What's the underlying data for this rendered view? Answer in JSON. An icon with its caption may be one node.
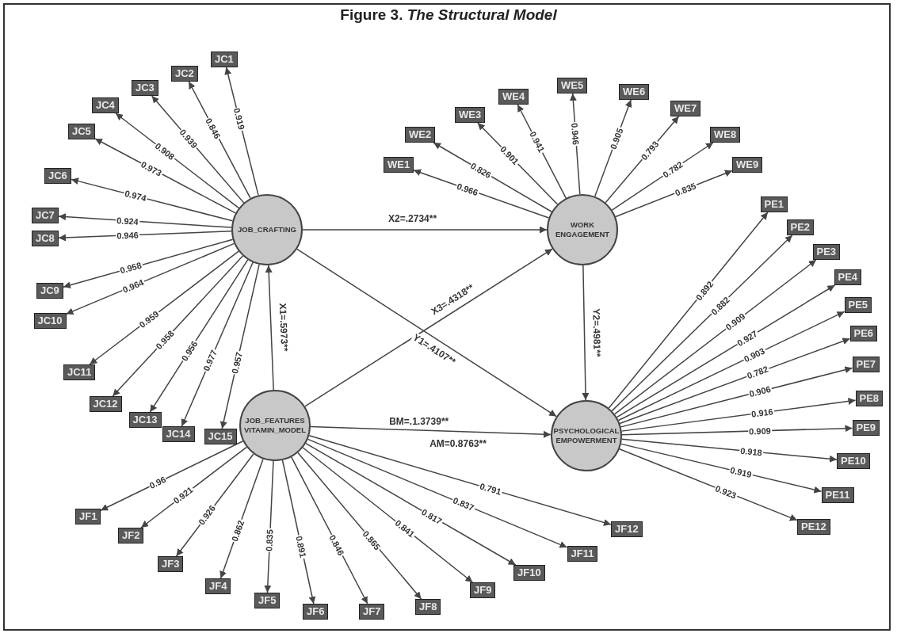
{
  "diagram": {
    "title": "Figure 3. *The Structural Model*",
    "nodes": [
      {
        "text": [
          "JOB_CRAFTING"
        ]
      },
      {
        "text": [
          "WORK ENGAGEMENT"
        ]
      },
      {
        "text": [
          "JOB_FEATURES VITAMIN_MODEL"
        ]
      },
      {
        "text": [
          "PSYCHOLOGICAL EMPOWERMENT"
        ]
      },
      {
        "text": [
          "JC1"
        ]
      },
      {
        "text": [
          "JC2"
        ]
      },
      {
        "text": [
          "JC3"
        ]
      },
      {
        "text": [
          "JC4"
        ]
      },
      {
        "text": [
          "JC5"
        ]
      },
      {
        "text": [
          "JC6"
        ]
      },
      {
        "text": [
          "JC7"
        ]
      },
      {
        "text": [
          "JC8"
        ]
      },
      {
        "text": [
          "JC9"
        ]
      },
      {
        "text": [
          "JC10"
        ]
      },
      {
        "text": [
          "JC11"
        ]
      },
      {
        "text": [
          "JC12"
        ]
      },
      {
        "text": [
          "JC13"
        ]
      },
      {
        "text": [
          "JC14"
        ]
      },
      {
        "text": [
          "JC15"
        ]
      },
      {
        "text": [
          "WE1"
        ]
      },
      {
        "text": [
          "WE2"
        ]
      },
      {
        "text": [
          "WE3"
        ]
      },
      {
        "text": [
          "WE4"
        ]
      },
      {
        "text": [
          "WE5"
        ]
      },
      {
        "text": [
          "WE6"
        ]
      },
      {
        "text": [
          "WE7"
        ]
      },
      {
        "text": [
          "WE8"
        ]
      },
      {
        "text": [
          "WE9"
        ]
      },
      {
        "text": [
          "PE1"
        ]
      },
      {
        "text": [
          "PE2"
        ]
      },
      {
        "text": [
          "PE3"
        ]
      },
      {
        "text": [
          "PE4"
        ]
      },
      {
        "text": [
          "PE5"
        ]
      },
      {
        "text": [
          "PE6"
        ]
      },
      {
        "text": [
          "PE7"
        ]
      },
      {
        "text": [
          "PE8"
        ]
      },
      {
        "text": [
          "PE9"
        ]
      },
      {
        "text": [
          "PE10"
        ]
      },
      {
        "text": [
          "PE11"
        ]
      },
      {
        "text": [
          "PE12"
        ]
      },
      {
        "text": [
          "JF1"
        ]
      },
      {
        "text": [
          "JF2"
        ]
      },
      {
        "text": [
          "JF3"
        ]
      },
      {
        "text": [
          "JF4"
        ]
      },
      {
        "text": [
          "JF5"
        ]
      },
      {
        "text": [
          "JF6"
        ]
      },
      {
        "text": [
          "JF7"
        ]
      },
      {
        "text": [
          "JF8"
        ]
      },
      {
        "text": [
          "JF9"
        ]
      },
      {
        "text": [
          "JF10"
        ]
      },
      {
        "text": [
          "JF11"
        ]
      },
      {
        "text": [
          "JF12"
        ]
      }
    ],
    "edges": [
      {
        "from": 2,
        "to": 0,
        "arrow": "to",
        "label": "X1=.5973**"
      },
      {
        "from": 0,
        "to": 1,
        "arrow": "to",
        "label": "X2=.2734**"
      },
      {
        "from": 2,
        "to": 1,
        "arrow": "to",
        "label": "X3=.4318**"
      },
      {
        "from": 0,
        "to": 3,
        "arrow": "to",
        "label": "Y1=.4107**"
      },
      {
        "from": 1,
        "to": 3,
        "arrow": "to",
        "label": "Y2=.4981**"
      },
      {
        "from": 2,
        "to": 3,
        "arrow": "to",
        "label": "BM=.1.3739**"
      },
      {
        "from": 0,
        "to": 4,
        "arrow": "to",
        "label": "0.919"
      },
      {
        "from": 0,
        "to": 5,
        "arrow": "to",
        "label": "0.846"
      },
      {
        "from": 0,
        "to": 6,
        "arrow": "to",
        "label": "0.939"
      },
      {
        "from": 0,
        "to": 7,
        "arrow": "to",
        "label": "0.908"
      },
      {
        "from": 0,
        "to": 8,
        "arrow": "to",
        "label": "0.973"
      },
      {
        "from": 0,
        "to": 9,
        "arrow": "to",
        "label": "0.974"
      },
      {
        "from": 0,
        "to": 10,
        "arrow": "to",
        "label": "0.924"
      },
      {
        "from": 0,
        "to": 11,
        "arrow": "to",
        "label": "0.946"
      },
      {
        "from": 0,
        "to": 12,
        "arrow": "to",
        "label": "0.958"
      },
      {
        "from": 0,
        "to": 13,
        "arrow": "to",
        "label": "0.964"
      },
      {
        "from": 0,
        "to": 14,
        "arrow": "to",
        "label": "0.959"
      },
      {
        "from": 0,
        "to": 15,
        "arrow": "to",
        "label": "0.958"
      },
      {
        "from": 0,
        "to": 16,
        "arrow": "to",
        "label": "0.956"
      },
      {
        "from": 0,
        "to": 17,
        "arrow": "to",
        "label": "0.977"
      },
      {
        "from": 0,
        "to": 18,
        "arrow": "to",
        "label": "0.957"
      },
      {
        "from": 1,
        "to": 19,
        "arrow": "to",
        "label": "0.966"
      },
      {
        "from": 1,
        "to": 20,
        "arrow": "to",
        "label": "0.826"
      },
      {
        "from": 1,
        "to": 21,
        "arrow": "to",
        "label": "0.901"
      },
      {
        "from": 1,
        "to": 22,
        "arrow": "to",
        "label": "0.941"
      },
      {
        "from": 1,
        "to": 23,
        "arrow": "to",
        "label": "0.946"
      },
      {
        "from": 1,
        "to": 24,
        "arrow": "to",
        "label": "0.905"
      },
      {
        "from": 1,
        "to": 25,
        "arrow": "to",
        "label": "0.793"
      },
      {
        "from": 1,
        "to": 26,
        "arrow": "to",
        "label": "0.782"
      },
      {
        "from": 1,
        "to": 27,
        "arrow": "to",
        "label": "0.835"
      },
      {
        "from": 3,
        "to": 28,
        "arrow": "to",
        "label": "0.892"
      },
      {
        "from": 3,
        "to": 29,
        "arrow": "to",
        "label": "0.882"
      },
      {
        "from": 3,
        "to": 30,
        "arrow": "to",
        "label": "0.909"
      },
      {
        "from": 3,
        "to": 31,
        "arrow": "to",
        "label": "0.927"
      },
      {
        "from": 3,
        "to": 32,
        "arrow": "to",
        "label": "0.903"
      },
      {
        "from": 3,
        "to": 33,
        "arrow": "to",
        "label": "0.782"
      },
      {
        "from": 3,
        "to": 34,
        "arrow": "to",
        "label": "0.906"
      },
      {
        "from": 3,
        "to": 35,
        "arrow": "to",
        "label": "0.916"
      },
      {
        "from": 3,
        "to": 36,
        "arrow": "to",
        "label": "0.909"
      },
      {
        "from": 3,
        "to": 37,
        "arrow": "to",
        "label": "0.918"
      },
      {
        "from": 3,
        "to": 38,
        "arrow": "to",
        "label": "0.919"
      },
      {
        "from": 3,
        "to": 39,
        "arrow": "to",
        "label": "0.923"
      },
      {
        "from": 2,
        "to": 40,
        "arrow": "to",
        "label": "0.96"
      },
      {
        "from": 2,
        "to": 41,
        "arrow": "to",
        "label": "0.921"
      },
      {
        "from": 2,
        "to": 42,
        "arrow": "to",
        "label": "0.926"
      },
      {
        "from": 2,
        "to": 43,
        "arrow": "to",
        "label": "0.862"
      },
      {
        "from": 2,
        "to": 44,
        "arrow": "to",
        "label": "0.835"
      },
      {
        "from": 2,
        "to": 45,
        "arrow": "to",
        "label": "0.891"
      },
      {
        "from": 2,
        "to": 46,
        "arrow": "to",
        "label": "0.846"
      },
      {
        "from": 2,
        "to": 47,
        "arrow": "to",
        "label": "0.865"
      },
      {
        "from": 2,
        "to": 48,
        "arrow": "to",
        "label": "0.841"
      },
      {
        "from": 2,
        "to": 49,
        "arrow": "to",
        "label": "0.817"
      },
      {
        "from": 2,
        "to": 50,
        "arrow": "to",
        "label": "0.837"
      },
      {
        "from": 2,
        "to": 51,
        "arrow": "to",
        "label": "0.791"
      }
    ],
    "labels": [
      "AM=0.8763**"
    ]
  }
}
